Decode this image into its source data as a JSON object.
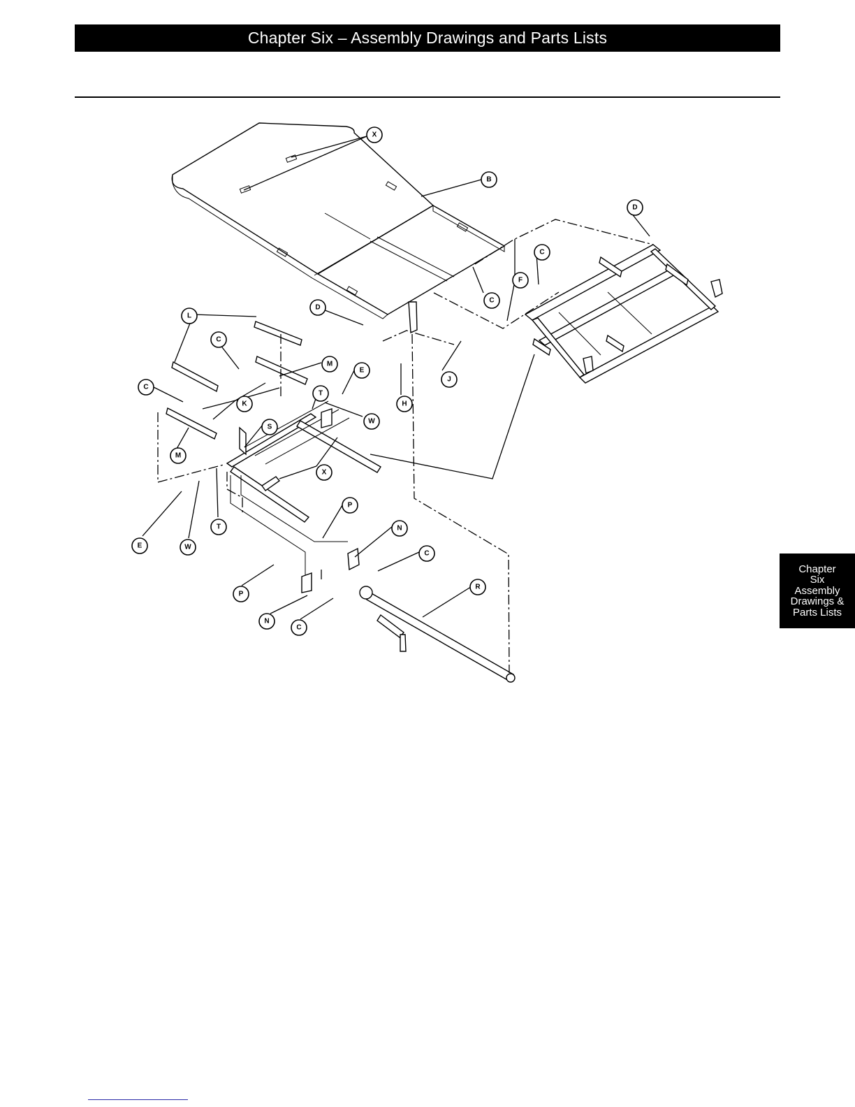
{
  "header": {
    "title": "Chapter Six – Assembly Drawings and Parts Lists"
  },
  "side_tab": {
    "lines": [
      "Chapter",
      "Six",
      "Assembly",
      "Drawings &",
      "Parts Lists"
    ]
  },
  "callouts": {
    "X1": "X",
    "B": "B",
    "D1": "D",
    "C1": "C",
    "F": "F",
    "C2": "C",
    "D2": "D",
    "L": "L",
    "C3": "C",
    "M1": "M",
    "E1": "E",
    "J": "J",
    "H": "H",
    "C4": "C",
    "K": "K",
    "T1": "T",
    "W1": "W",
    "S": "S",
    "M2": "M",
    "X2": "X",
    "E2": "E",
    "W2": "W",
    "T2": "T",
    "P1": "P",
    "N1": "N",
    "C5": "C",
    "R": "R",
    "P2": "P",
    "N2": "N",
    "C6": "C"
  }
}
